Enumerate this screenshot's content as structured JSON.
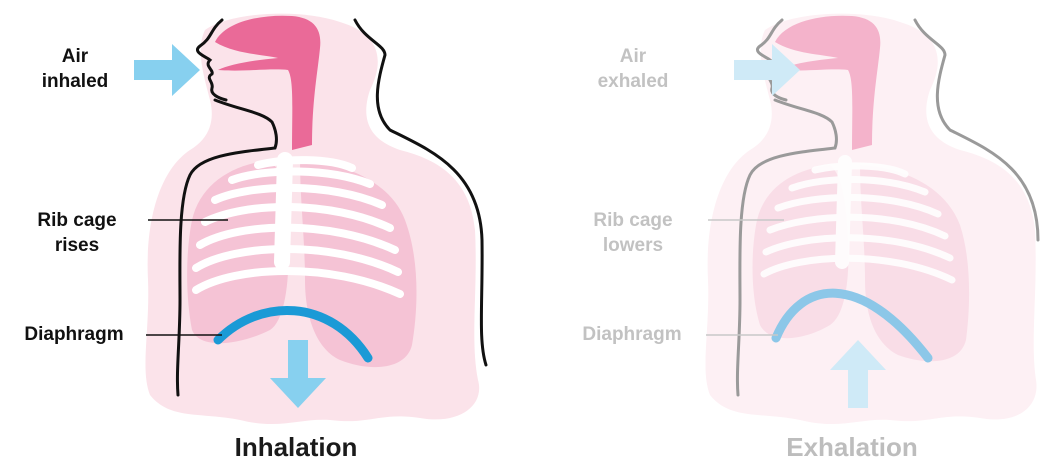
{
  "inhalation": {
    "title": "Inhalation",
    "air_label_line1": "Air",
    "air_label_line2": "inhaled",
    "rib_label_line1": "Rib cage",
    "rib_label_line2": "rises",
    "diaphragm_label": "Diaphragm"
  },
  "exhalation": {
    "title": "Exhalation",
    "air_label_line1": "Air",
    "air_label_line2": "exhaled",
    "rib_label_line1": "Rib cage",
    "rib_label_line2": "lowers",
    "diaphragm_label": "Diaphragm"
  },
  "colors": {
    "body_fill": "#fbe3ea",
    "lung_fill": "#f5c3d5",
    "airway": "#ea6a98",
    "rib": "#ffffff",
    "diaphragm": "#1b9ad6",
    "arrow": "#87d0ef",
    "outline": "#111111",
    "label_dark": "#111111",
    "label_faint": "#c2c2c2"
  }
}
